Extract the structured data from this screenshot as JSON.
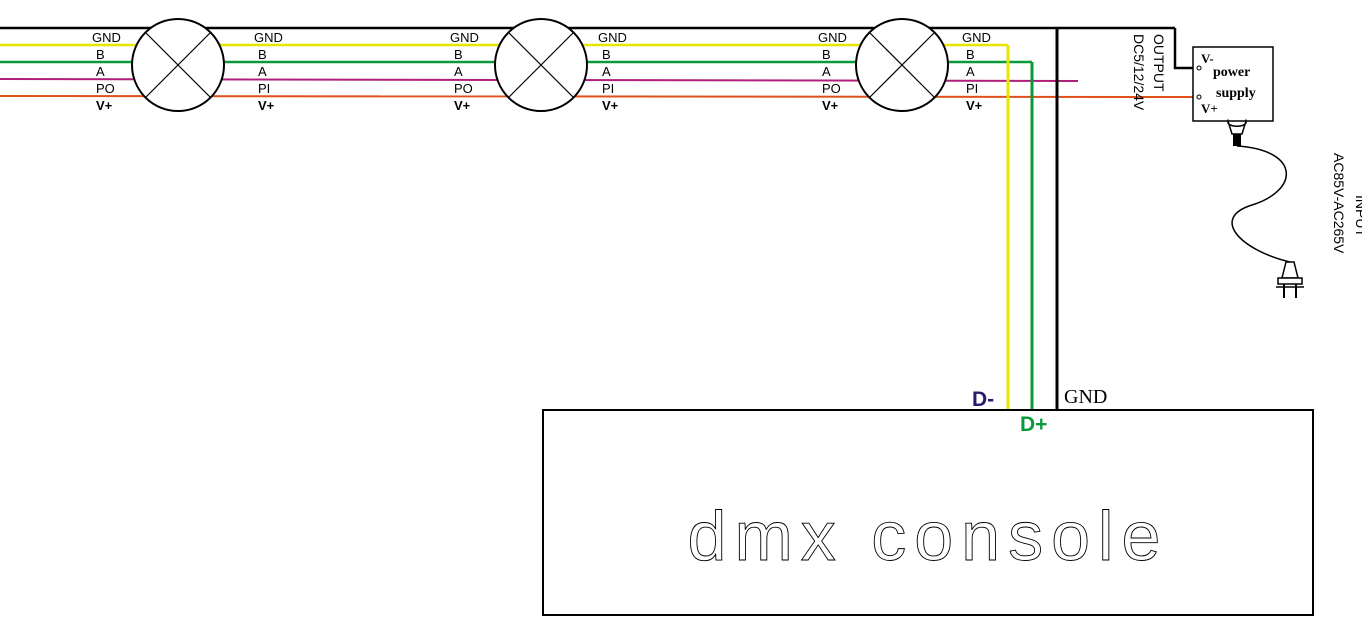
{
  "labels": {
    "gnd": "GND",
    "b": "B",
    "a": "A",
    "po": "PO",
    "pi": "PI",
    "vplus": "V+",
    "vminus": "V-"
  },
  "power_supply": {
    "title_line1": "power",
    "title_line2": "supply",
    "output_label": "OUTPUT",
    "output_voltage": "DC5/12/24V",
    "input_label": "INPUT",
    "input_voltage": "AC85V-AC265V"
  },
  "console": {
    "title": "dmx console",
    "d_minus": "D-",
    "d_plus": "D+",
    "gnd": "GND"
  },
  "colors": {
    "gnd_wire": "#000000",
    "b_wire": "#e6e600",
    "a_wire": "#0a9a3a",
    "po_wire": "#b0207a",
    "v_wire": "#e0501a",
    "d_minus_text": "#2b1a6b",
    "d_plus_text": "#0a9a3a"
  }
}
